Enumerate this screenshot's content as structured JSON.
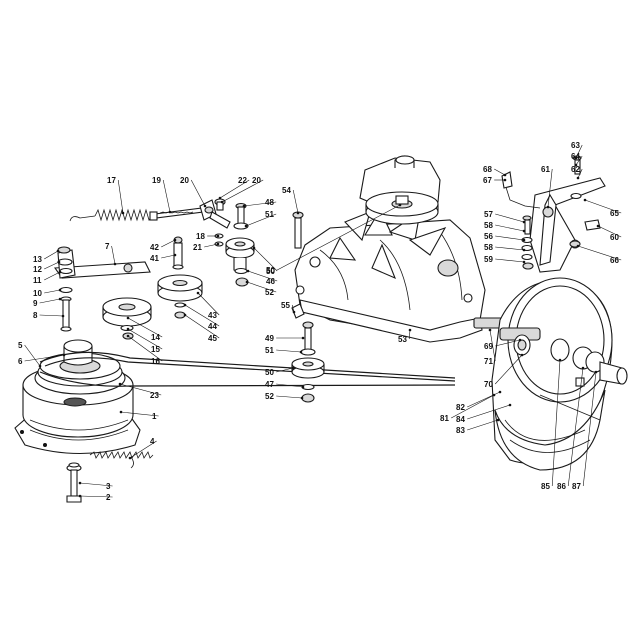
{
  "diagram": {
    "type": "exploded-parts-diagram",
    "labels": [
      "1",
      "2",
      "3",
      "4",
      "5",
      "6",
      "7",
      "8",
      "9",
      "10",
      "11",
      "12",
      "13",
      "14",
      "15",
      "16",
      "17",
      "19",
      "20",
      "20",
      "21",
      "22",
      "23",
      "18",
      "41",
      "42",
      "43",
      "44",
      "45",
      "46",
      "47",
      "48",
      "49",
      "50",
      "50",
      "50",
      "51",
      "51",
      "52",
      "52",
      "53",
      "54",
      "55",
      "56",
      "57",
      "58",
      "58",
      "59",
      "60",
      "61",
      "62",
      "63",
      "64",
      "65",
      "66",
      "67",
      "68",
      "69",
      "70",
      "71",
      "81",
      "82",
      "83",
      "84",
      "85",
      "86",
      "87"
    ],
    "colors": {
      "line": "#1a1a1a",
      "shade": "#d9d9d9",
      "background": "#ffffff"
    }
  }
}
